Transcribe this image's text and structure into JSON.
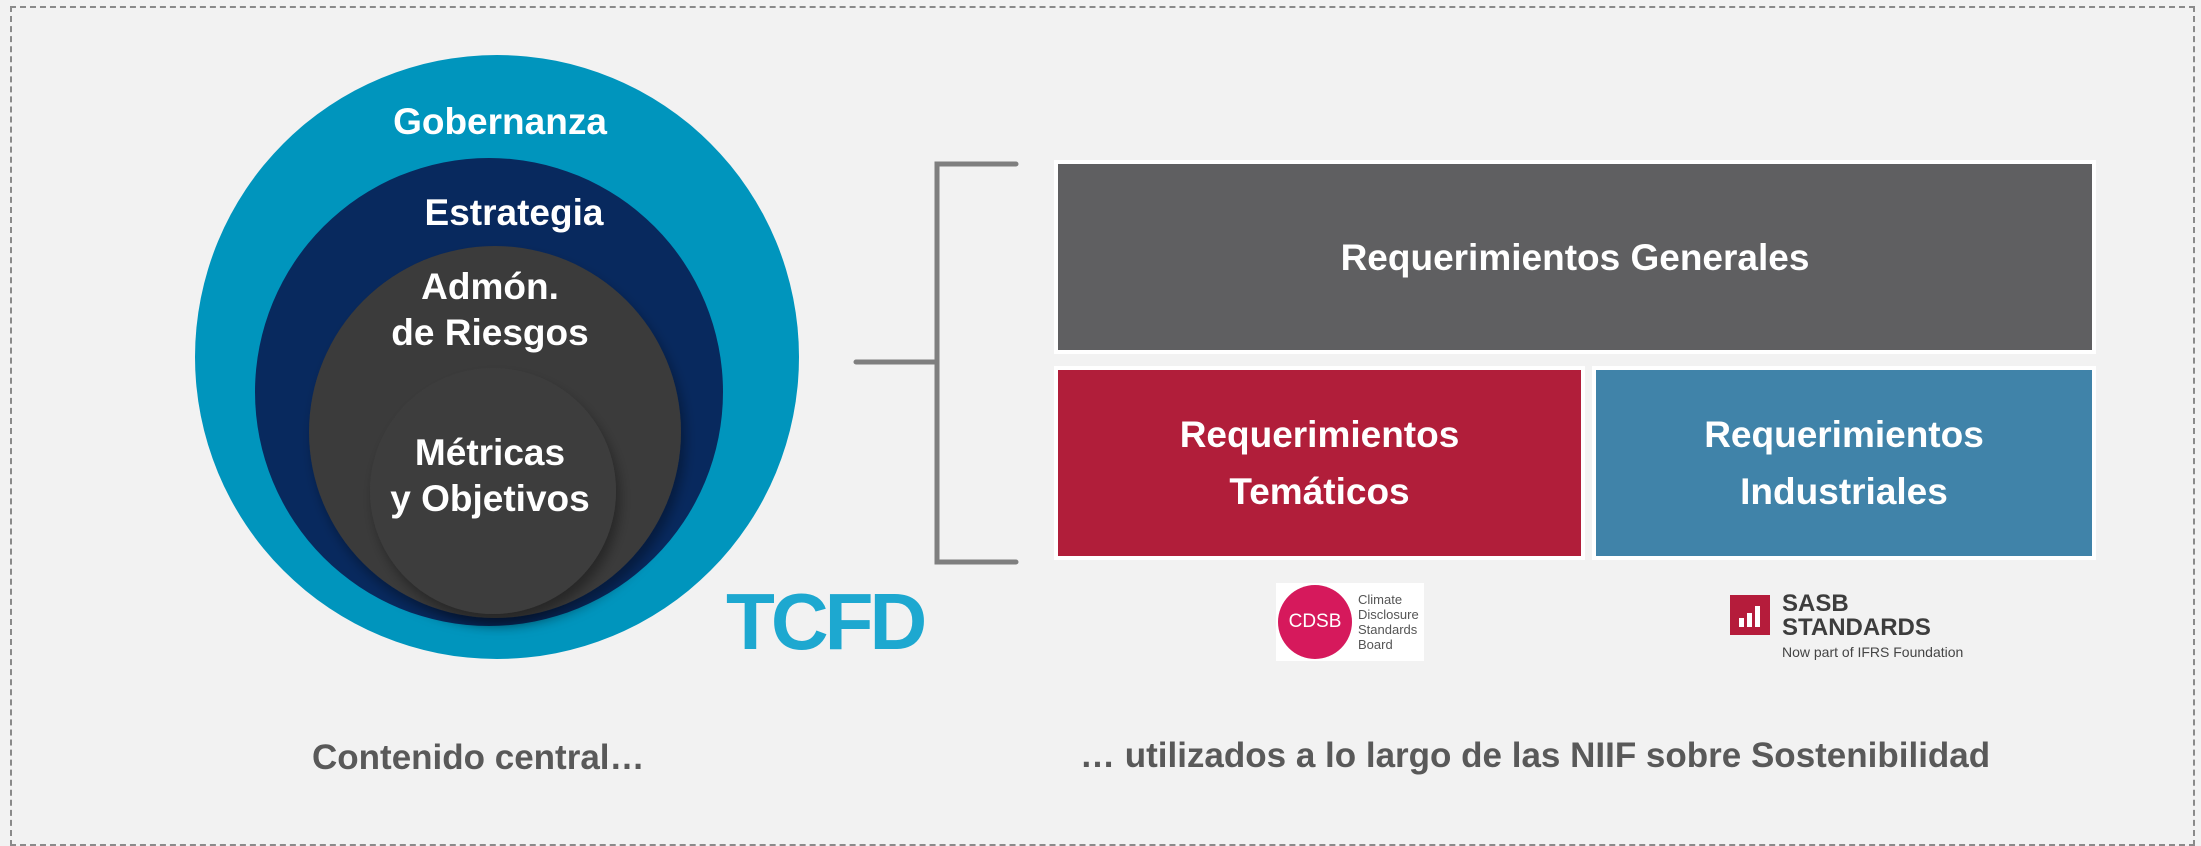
{
  "circles": {
    "governance": "Gobernanza",
    "strategy": "Estrategia",
    "risk_line1": "Admón.",
    "risk_line2": "de Riesgos",
    "metrics_line1": "Métricas",
    "metrics_line2": "y Objetivos"
  },
  "tcfd_logo": "TCFD",
  "boxes": {
    "general": "Requerimientos Generales",
    "thematic": "Requerimientos\nTemáticos",
    "industrial": "Requerimientos\nIndustriales"
  },
  "cdsb": {
    "circle": "CDSB",
    "text": "Climate\nDisclosure\nStandards\nBoard"
  },
  "sasb": {
    "name": "SASB\nSTANDARDS",
    "sub": "Now part of IFRS Foundation"
  },
  "captions": {
    "left": "Contenido central…",
    "right": "… utilizados a lo largo de las NIIF sobre Sostenibilidad"
  },
  "colors": {
    "governance": "#0095bd",
    "strategy": "#08295e",
    "risk": "#3a3a3a",
    "metrics": "#3e3e3e",
    "general_box": "#5f5f61",
    "thematic_box": "#b11e3a",
    "industrial_box": "#4083a9",
    "tcfd": "#1da8d0",
    "cdsb": "#d6195c",
    "sasb": "#b51c3b"
  }
}
